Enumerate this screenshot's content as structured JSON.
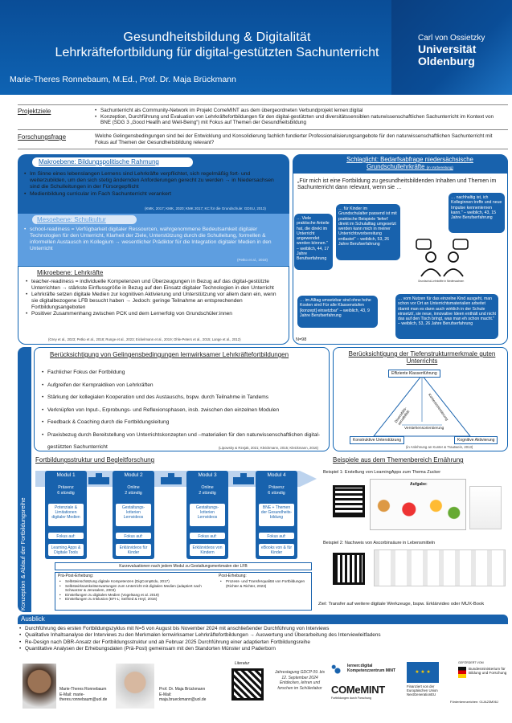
{
  "header": {
    "title1": "Gesundheitsbildung & Digitalität",
    "title2": "Lehrkräftefortbildung für digital-gestützten Sachunterricht",
    "authors": "Marie-Theres Ronnebaum, M.Ed., Prof. Dr. Maja Brückmann",
    "logo_small": "Carl von Ossietzky",
    "logo_big": "Universität\nOldenburg"
  },
  "projektziele": {
    "label": "Projektziele",
    "items": [
      "Sachunterricht als Community-Network im Projekt ComeMINT aus dem übergeordneten Verbundprojekt lernen:digital",
      "Konzeption, Durchführung und Evaluation von Lehrkräftefortbildungen für den digital-gestützten und diversitätssensiblen naturwissenschaftlichen Sachunterricht im Kontext von BNE (SDG 3 „Good Health and Well-Being“) mit Fokus auf Themen der Gesundheitsbildung"
    ]
  },
  "forschungsfrage": {
    "label": "Forschungsfrage",
    "text": "Welche Gelingensbedingungen sind bei der Entwicklung und Konsolidierung fachlich fundierter Professionalisierungsangebote für den naturwissenschaftlichen Sachunterricht mit Fokus auf Themen der Gesundheitsbildung relevant?"
  },
  "makro": {
    "title": "Makroebene: Bildungspolitische Rahmung",
    "items": [
      "Im Sinne eines lebenslangen Lernens sind Lehrkräfte verpflichtet, sich regelmäßig fort- und weiterzubilden, um den sich stetig ändernden Anforderungen gerecht zu werden → in Niedersachsen sind die Schulleitungen in der Fürsorgepflicht",
      "Medienbildung curricular im Fach Sachunterricht verankert"
    ],
    "cite": "(KMK, 2017; KMK, 2020; KMK 2017; KC für die Grundschule: GDSU, 2013)"
  },
  "meso": {
    "title": "Mesoebene: Schulkultur",
    "items": [
      "school-readiness = Verfügbarkeit digitaler Ressourcen, wahrgenommene Bedeutsamkeit digitaler Technologien für den Unterricht, Klarheit der Ziele, Unterstützung durch die Schulleitung, formellen & informellen Austausch im Kollegium → wesentlicher Prädiktor für die Integration digitaler Medien in den Unterricht"
    ],
    "cite": "(Petko et al., 2018)"
  },
  "mikro": {
    "title": "Mikroebene: Lehrkräfte",
    "items": [
      "teacher-readiness = individuelle Kompetenzen und Überzeugungen in Bezug auf das digital-gestützte Unterrichten → stärkste Einflussgröße in Bezug auf den Einsatz digitaler Technologien in den Unterricht",
      "Lehrkräfte setzen digitale Medien zur kognitiven Aktivierung und Unterstützung vor allem dann ein, wenn sie digitalbezogene LFB besucht haben → Jedoch: geringe Teilnahme an entsprechenden Fortbildungsangeboten",
      "Positiver Zusammenhang zwischen PCK und dem Lernerfolg von Grundschüler:innen"
    ],
    "cite": "(Grey et al., 2023; Petko et al., 2018; Runge et al., 2023; Eickelmann et al., 2019; Ohle-Peters et al., 2015; Lange et al., 2012)"
  },
  "schlaglicht": {
    "title": "Schlaglicht: Bedarfsabfrage niedersächsische Grundschullehrkräfte",
    "title_note": "(in Vorbereitung)",
    "question": "„Für mich ist eine Fortbildung zu gesundheitsbildenden Inhalten und Themen im Sachunterricht dann relevant, wenn sie …",
    "n": "N=98",
    "bubbles": [
      "… Viele praktische Anteile hat, die direkt im Unterricht angewendet werden können.\" – weiblich, 44, 17 Jahre Berufserfahrung",
      "… für Kinder im Grundschulalter passend ist mit praktische Beispiele 'liefert' direkt im Schulalltag umgesetzt werden kann mich in meiner Unterrichtsvorbereitung entlastet\" – weiblich, 53, 26 Jahre Berufserfahrung",
      "… nachhaltig ist, ich Kolleginnen treffe und neue Impulse kennenlernen kann.\" – weiblich, 43, 15 Jahre Berufserfahrung",
      "… im Alltag umsetzbar sind ohne hohe Kosten sind Für alle Klassenstufen [konzept] einsetzbar\" – weiblich, 43, 9 Jahre Berufserfahrung",
      "… vom Nutzen für das einzelne Kind ausgeht, man schon vor Ort an Unterrichtsmaterialien arbeitet /damit man es dann auch wirklich in der Schule einsetzt/, sie neue, innovative Ideen enthält und nicht das auf den Tisch bringt, was man eh schon macht.\" – weiblich, 53, 26 Jahre Berufserfahrung"
    ],
    "icon_caption": "Grundschul-Lehrkräfte in Niedersachsen"
  },
  "konzeption": {
    "side_label": "Konzeption & Ablauf der Fortbildungsreihe",
    "gel_title": "Berücksichtigung von Gelingensbedingungen lernwirksamer Lehrkräftefortbildungen",
    "gel_items": [
      "Fachlicher Fokus der Fortbildung",
      "Aufgreifen der Kernpraktiken von Lehrkräften",
      "Stärkung der kollegialen Kooperation und des Austauschs, bspw. durch Teilnahme in Tandems",
      "Verknüpfen von Input-, Erprobungs- und Reflexionsphasen, insb. zwischen den einzelnen Modulen",
      "Feedback & Coaching durch die Fortbildungsleitung",
      "Praxisbezug durch Bereitstellung von Unterrichtskonzepten und –materialien für den naturwissenschaftlichen digital-gestützten Sachunterricht"
    ],
    "gel_cite": "(Lipowsky & Rzejak, 2021; Kleickmann, 2015; Kleickmann, 2016)",
    "tief_title": "Berücksichtigung der Tiefenstrukturmerkmale guten Unterrichts",
    "tief_top": "Effiziente Klassenführung",
    "tief_left": "Konstruktive Unterstützung",
    "tief_right": "Kognitive Aktivierung",
    "tief_mid": "Verstehensorientierung",
    "tief_side1": "Diversitäts-sensibilität",
    "tief_side2": "Kontextorientierung",
    "tief_cite": "(in Anlehnung an Kunter & Trautwein, 2013)"
  },
  "struktur": {
    "title": "Fortbildungsstruktur und Begleitforschung",
    "modules": [
      {
        "name": "Modul 1",
        "mode": "Präsenz",
        "dur": "6 stündig",
        "content": "Potenziale & Limitationen digitaler Medien",
        "focus": "Fokus auf:",
        "focus_item": "Learning Apps & Digitale Tools"
      },
      {
        "name": "Modul 2",
        "mode": "Online",
        "dur": "2 stündig",
        "content": "Gestaltungs-kriterien Lernvideos",
        "focus": "Fokus auf:",
        "focus_item": "Erklärvideos für Kinder"
      },
      {
        "name": "Modul 3",
        "mode": "Online",
        "dur": "2 stündig",
        "content": "Gestaltungs-kriterien Lernvideos",
        "focus": "Fokus auf:",
        "focus_item": "Erklärvideos von Kindern"
      },
      {
        "name": "Modul 4",
        "mode": "Präsenz",
        "dur": "6 stündig",
        "content": "BNE + Themen der Gesundheits-bildung",
        "focus": "Fokus auf:",
        "focus_item": "eBooks von & für Kinder"
      }
    ],
    "kurz": "Kurzevaluationen nach jedem Modul zu Gestaltungsmerkmalen der LFB",
    "pre_title": "Prä-Post-Erhebung:",
    "pre_items": [
      "Selbsteinschätzung digitale Kompetenzen (DigCompEdu, 2017)",
      "Selbstwirksamkeitserwartungen zum Unterricht mit digitalen Medien (adaptiert nach Schwarzer & Jerusalem, 2003)",
      "Einstellungen zu digitalen Medien (Vogelsang et al. 2019)",
      "Einstellungen zu Inklusion (EFI-L; Seifried & Heyl, 2016)"
    ],
    "post_title": "Post-Erhebung:",
    "post_items": [
      "Prozess- und Transferqualität von Fortbildungen (Richter & Richter, 2023)"
    ]
  },
  "beispiele": {
    "title": "Beispiele aus dem Themenbereich Ernährung",
    "ex1": "Beispiel 1: Erstellung von LearningApps zum Thema Zucker",
    "ex2": "Beispiel 2: Nachweis von Ascorbinsäure in Lebensmitteln",
    "goal": "Ziel: Transfer auf weitere digitale Werkzeuge, bspw. Erklärvideo oder MUX-Book",
    "app_title": "Aufgabe:"
  },
  "ausblick": {
    "title": "Ausblick",
    "items": [
      "Durchführung des ersten Fortbildungszyklus mit N=5 von August bis November 2024 mit anschließender Durchführung von Interviews",
      "Qualitative Inhaltsanalyse der Interviews zu den Merkmalen lernwirksamer Lehrkräftefortbildungen → Auswertung und Überarbeitung des Interviewleitfadens",
      "Re-Design nach DBR-Ansatz der Fortbildungsstruktur und ab Februar 2025 Durchführung einer adaptierten Fortbildungsreihe",
      "Quantitative Analysen der Erhebungsdaten (Prä-Post) gemeinsam mit den Standorten Münster und Paderborn"
    ]
  },
  "footer": {
    "p1_name": "Marie-Theres Ronnebaum",
    "p1_mail": "E-Mail: marie-theres.ronnebaum@uol.de",
    "p2_name": "Prof. Dr. Maja Brückmann",
    "p2_mail": "E-Mail: maja.brueckmann@uol.de",
    "literatur": "Literatur",
    "conf": "Jahrestagung GDCP 09. bis 12. September 2024 Entdecken, lehren und forschen im Schülerlabor",
    "ld": "lernen:digital Kompetenzzentrum MINT",
    "comemint": "COMeMINT",
    "comemint_sub": "Fortbildungen durch Forschung",
    "eu": "Finanziert von der Europäischen Union NextGenerationEU",
    "bmbf": "Bundesministerium für Bildung und Forschung",
    "bmbf_top": "GEFÖRDERT VOM",
    "fk": "Förderkennzeichen: 01JA23M06J"
  },
  "colors": {
    "primary": "#1862ad",
    "light": "#5e9ee0",
    "header": "#0a4d97"
  }
}
